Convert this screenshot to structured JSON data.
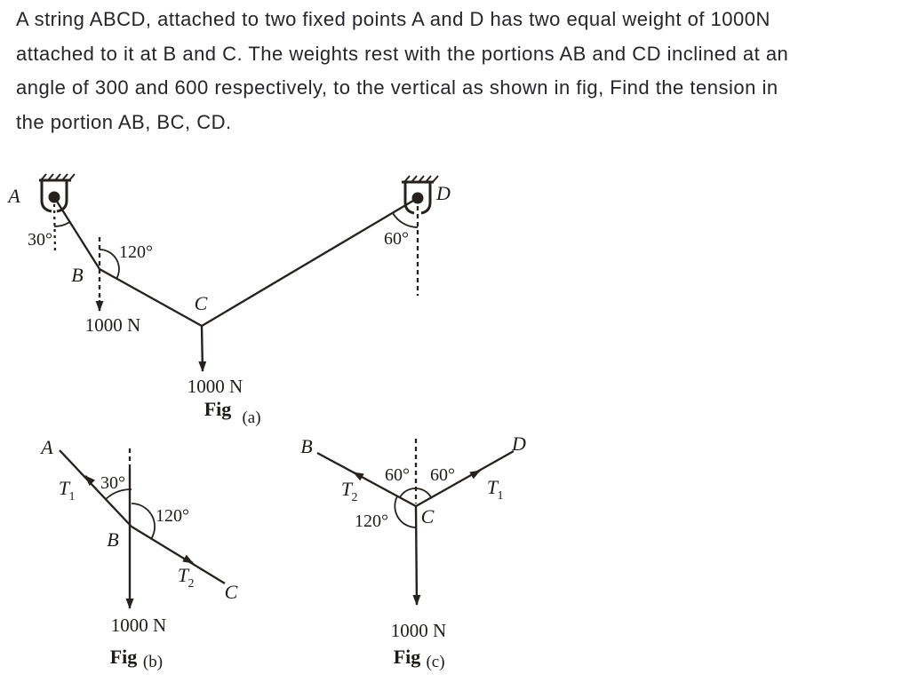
{
  "problem": {
    "lines": [
      "A string ABCD, attached to two fixed points A and D has two equal weight of 1000N",
      "attached to it at B and C. The weights rest with the portions AB and CD inclined at an",
      "angle of 300 and 600 respectively, to the vertical as shown in fig, Find the tension in",
      "the portion AB, BC, CD."
    ]
  },
  "fig_a": {
    "point_a": "A",
    "point_b": "B",
    "point_c": "C",
    "point_d": "D",
    "angle_at_a": "30°",
    "angle_at_b": "120°",
    "angle_at_d": "60°",
    "weight_at_b": "1000 N",
    "weight_at_c": "1000 N",
    "caption": "Fig",
    "caption_sub": "(a)"
  },
  "fig_b": {
    "point_a": "A",
    "point_b": "B",
    "point_c": "C",
    "tension_1": "T",
    "tension_1_sub": "1",
    "tension_2": "T",
    "tension_2_sub": "2",
    "angle_ba_vertical": "30°",
    "angle_bc_vertical": "120°",
    "weight": "1000 N",
    "caption": "Fig",
    "caption_sub": "(b)"
  },
  "fig_c": {
    "point_b": "B",
    "point_c": "C",
    "point_d": "D",
    "tension_1": "T",
    "tension_1_sub": "1",
    "tension_2": "T",
    "tension_2_sub": "2",
    "angle_left": "60°",
    "angle_right": "60°",
    "angle_lower_left": "120°",
    "weight": "1000 N",
    "caption": "Fig",
    "caption_sub": "(c)"
  },
  "colors": {
    "ink": "#26211f",
    "text": "#25252b",
    "background": "#ffffff"
  }
}
